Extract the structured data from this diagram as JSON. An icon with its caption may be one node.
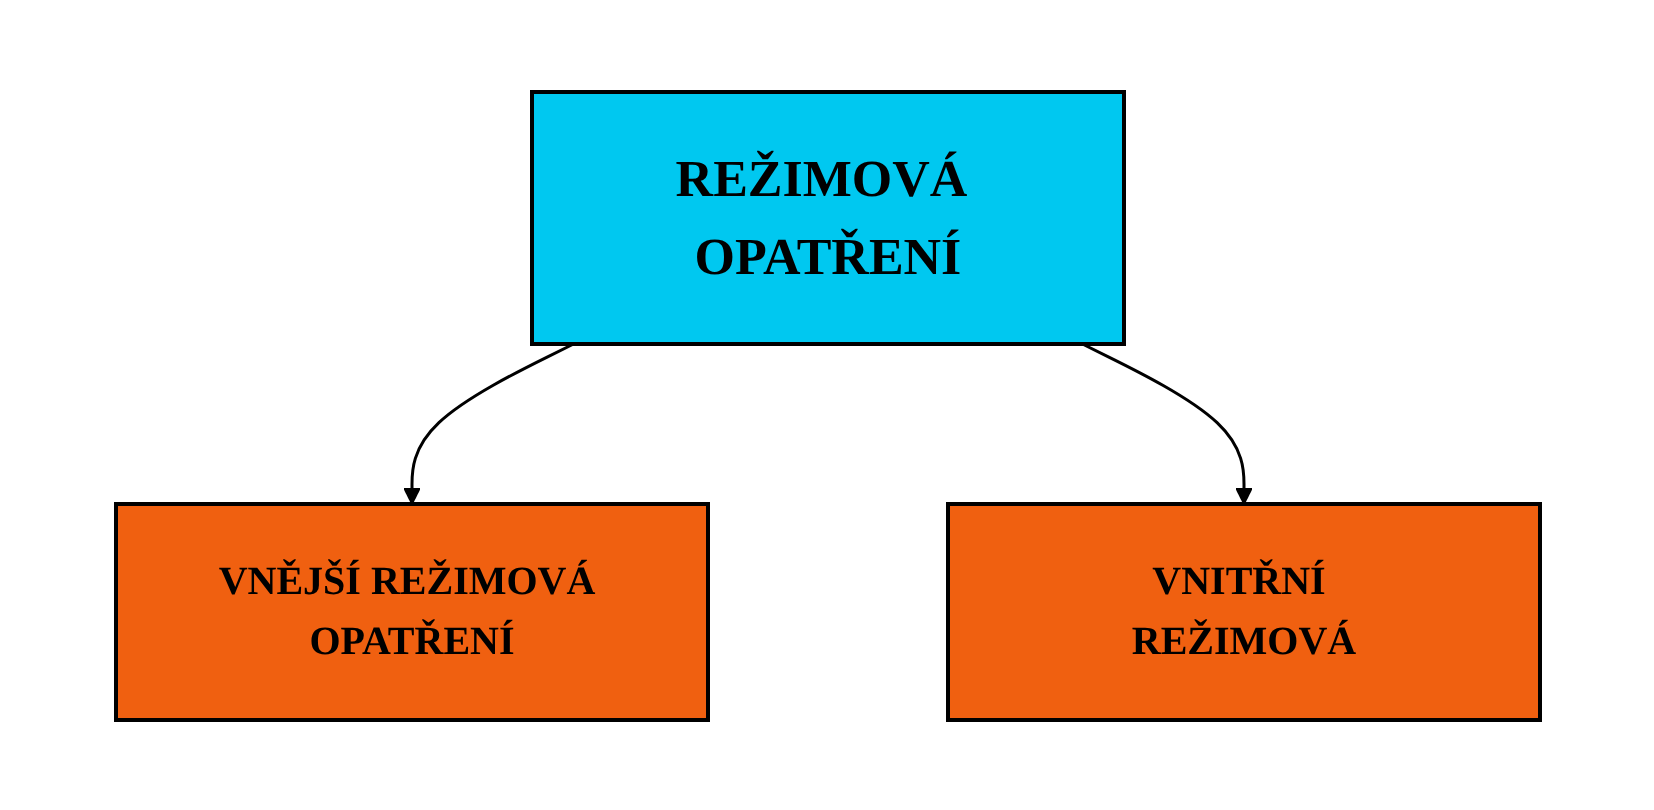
{
  "diagram": {
    "nodes": [
      {
        "text": [
          "REŽIMOVÁ OPATŘENÍ"
        ]
      },
      {
        "text": [
          "VNĚJŠÍ REŽIMOVÁ OPATŘENÍ"
        ]
      },
      {
        "text": [
          "VNITŘNÍ REŽIMOVÁ"
        ]
      }
    ],
    "edges": [
      {
        "from": 0,
        "to": 1,
        "arrow": "to"
      },
      {
        "from": 0,
        "to": 2,
        "arrow": "to"
      }
    ]
  }
}
